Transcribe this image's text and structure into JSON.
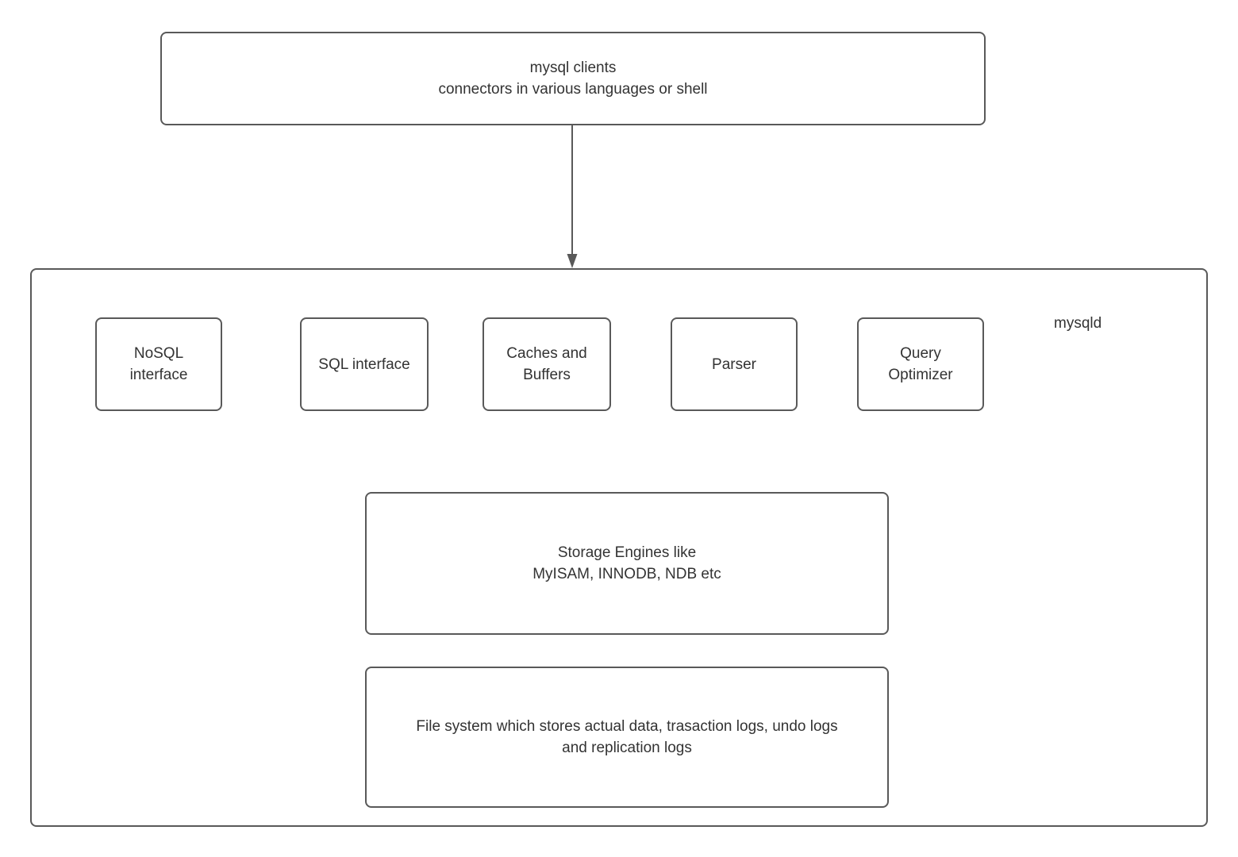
{
  "colors": {
    "border": "#595959",
    "text": "#333333",
    "canvas_background": "#ffffff"
  },
  "clients_box": {
    "line1": "mysql clients",
    "line2": "connectors in various languages or shell"
  },
  "connector": {
    "type": "arrow-down",
    "from": "clients_box",
    "to": "mysqld_box"
  },
  "mysqld_box": {
    "label": "mysqld"
  },
  "components": [
    {
      "id": "nosql-interface",
      "label": "NoSQL interface"
    },
    {
      "id": "sql-interface",
      "label": "SQL interface"
    },
    {
      "id": "caches-buffers",
      "label": "Caches and Buffers"
    },
    {
      "id": "parser",
      "label": "Parser"
    },
    {
      "id": "query-optimizer",
      "label": "Query Optimizer"
    }
  ],
  "storage_box": {
    "line1": "Storage Engines like",
    "line2": "MyISAM, INNODB, NDB etc"
  },
  "filesystem_box": {
    "line1": "File system which stores actual data, trasaction logs, undo logs",
    "line2": "and replication logs"
  }
}
